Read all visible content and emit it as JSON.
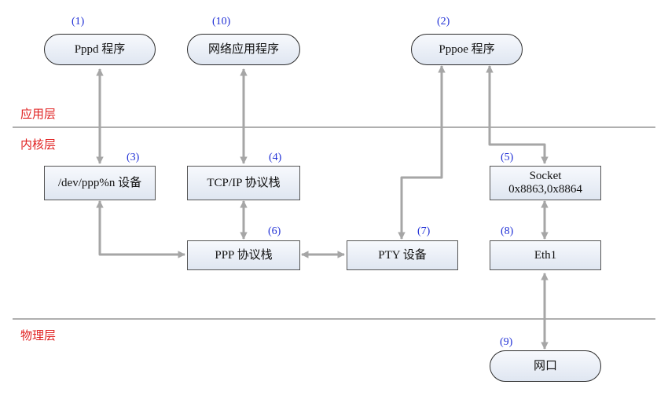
{
  "layers": {
    "application": "应用层",
    "kernel": "内核层",
    "physical": "物理层"
  },
  "nodes": {
    "pppd": {
      "number": "(1)",
      "label": "Pppd 程序"
    },
    "pppoe": {
      "number": "(2)",
      "label": "Pppoe 程序"
    },
    "dev_ppp": {
      "number": "(3)",
      "label": "/dev/ppp%n 设备"
    },
    "tcpip": {
      "number": "(4)",
      "label": "TCP/IP 协议栈"
    },
    "socket": {
      "number": "(5)",
      "label_line1": "Socket",
      "label_line2": "0x8863,0x8864"
    },
    "ppp": {
      "number": "(6)",
      "label": "PPP 协议栈"
    },
    "pty": {
      "number": "(7)",
      "label": "PTY 设备"
    },
    "eth1": {
      "number": "(8)",
      "label": "Eth1"
    },
    "port": {
      "number": "(9)",
      "label": "网口"
    },
    "netapp": {
      "number": "(10)",
      "label": "网络应用程序"
    }
  },
  "colors": {
    "arrow": "#a6a6a6",
    "separator": "#7f7f7f",
    "layer_label": "#e02020",
    "number": "#1f2fd6",
    "node_fill_top": "#f7f9fd",
    "node_fill_bottom": "#dfe6f1"
  }
}
